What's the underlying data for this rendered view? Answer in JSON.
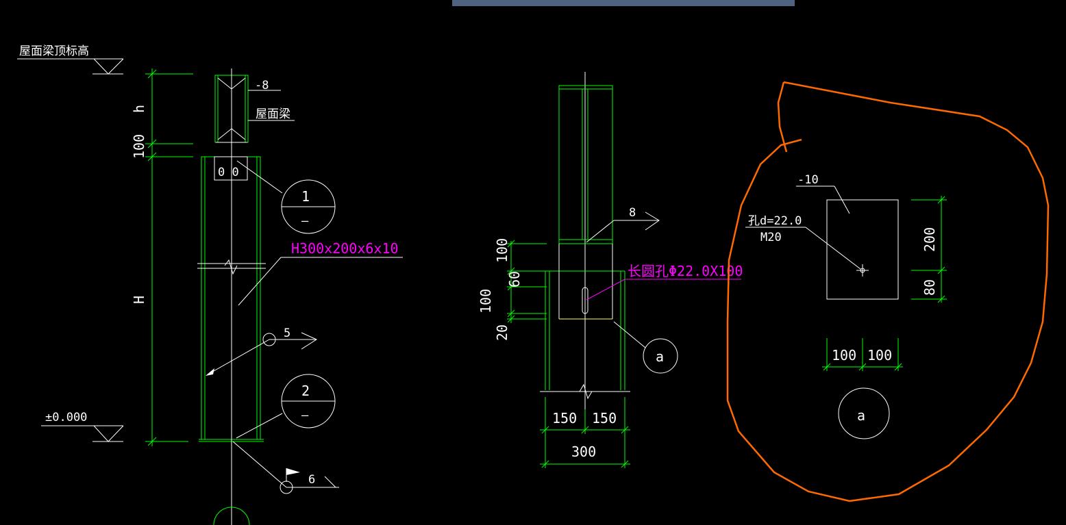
{
  "labels": {
    "roof_beam_top_elev": "屋面梁顶标高",
    "plate_8": "-8",
    "roof_beam": "屋面梁",
    "dim_h": "h",
    "dim_100_a": "100",
    "dim_H": "H",
    "bolt_holes": "0  0",
    "circle1_top": "1",
    "circle1_bot": "—",
    "section": "H300x200x6x10",
    "weld_5": "5",
    "circle2_top": "2",
    "circle2_bot": "—",
    "elev_zero": "±0.000",
    "weld_6": "6",
    "weld_8": "8",
    "slot_hole": "长圆孔Φ22.0X100",
    "dim_100_b": "100",
    "dim_60": "60",
    "dim_100_c": "100",
    "dim_20": "20",
    "detail_a": "a",
    "dim_150_l": "150",
    "dim_150_r": "150",
    "dim_300": "300",
    "plate_10": "-10",
    "hole_d": "孔d=22.0",
    "bolt_m20": "M20",
    "dim_200": "200",
    "dim_80": "80",
    "dim_100_l": "100",
    "dim_100_r": "100",
    "detail_a2": "a"
  },
  "colors": {
    "background": "#000000",
    "lines_white": "#ffffff",
    "lines_green": "#00ff00",
    "text_magenta": "#ff00ff",
    "markup_orange": "#ff6a00",
    "topbar": "#4f6280"
  }
}
